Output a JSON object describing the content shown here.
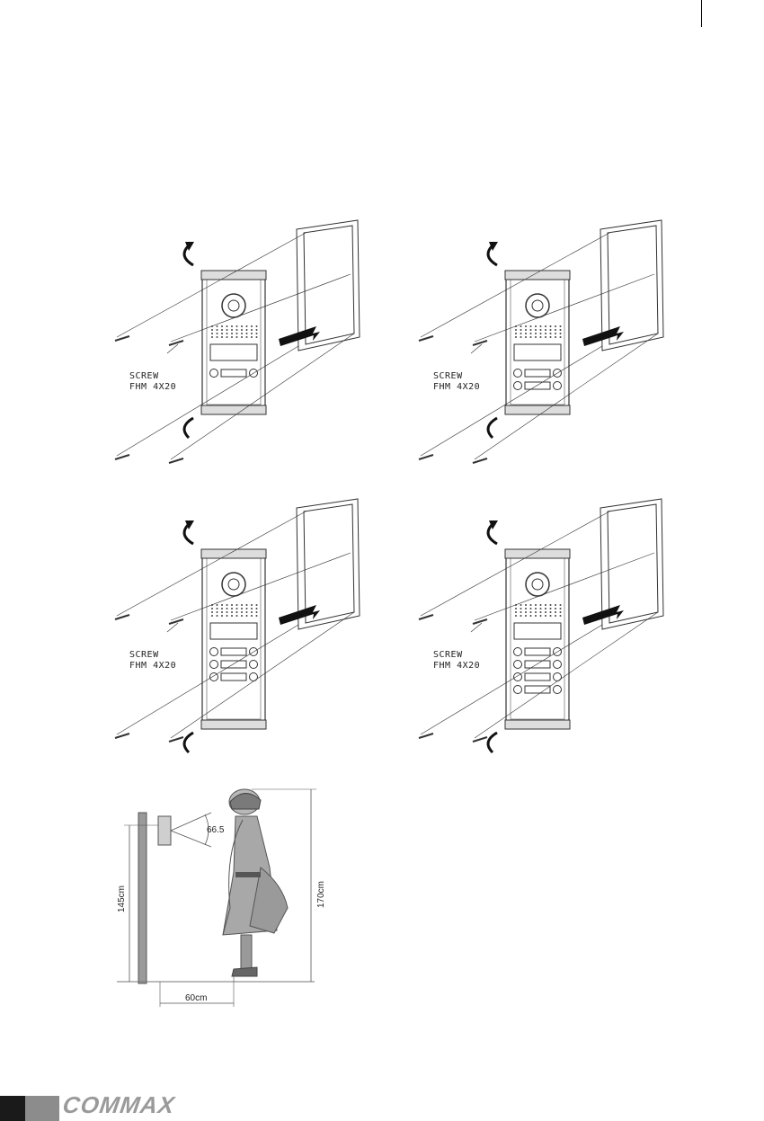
{
  "diagrams": [
    {
      "screw_label_1": "SCREW",
      "screw_label_2": "FHM 4X20"
    },
    {
      "screw_label_1": "SCREW",
      "screw_label_2": "FHM 4X20"
    },
    {
      "screw_label_1": "SCREW",
      "screw_label_2": "FHM 4X20"
    },
    {
      "screw_label_1": "SCREW",
      "screw_label_2": "FHM 4X20"
    }
  ],
  "height_figure": {
    "camera_height": "145cm",
    "person_height": "170cm",
    "distance": "60cm",
    "angle": "66.5"
  },
  "footer": {
    "brand": "COMMAX"
  }
}
